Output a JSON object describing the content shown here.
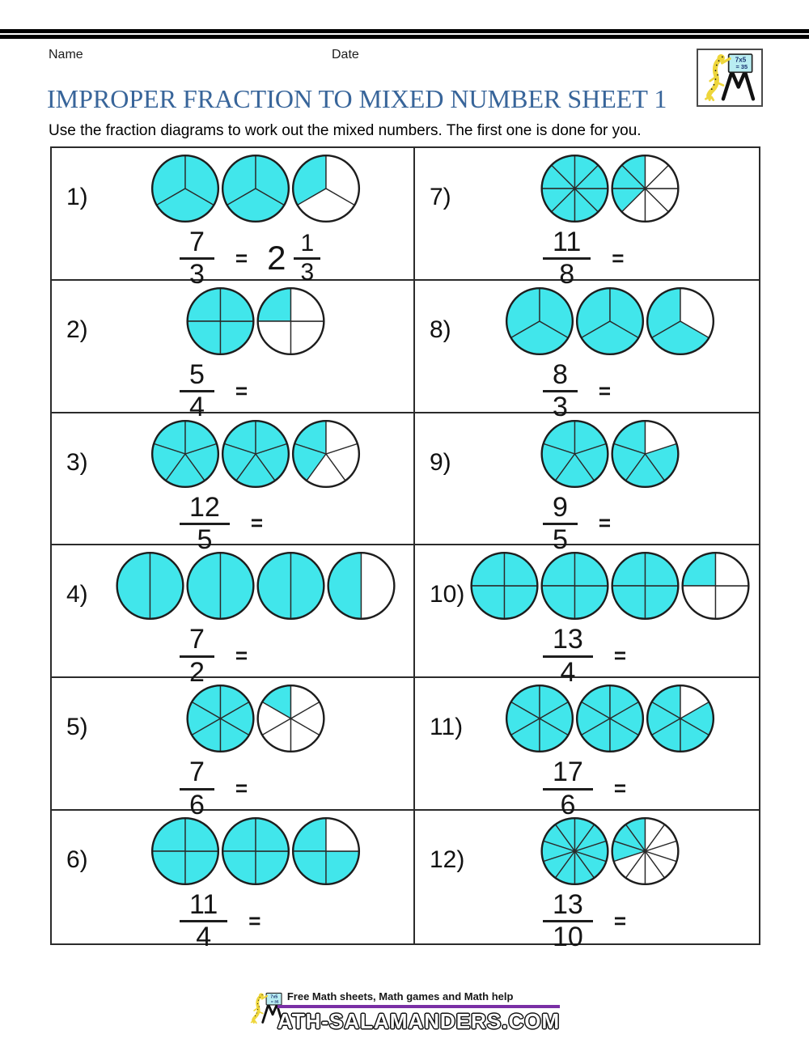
{
  "header": {
    "name_label": "Name",
    "date_label": "Date"
  },
  "title": "IMPROPER FRACTION TO MIXED NUMBER SHEET 1",
  "instruction": "Use the fraction diagrams to work out the mixed numbers. The first one is done for you.",
  "logo": {
    "board_line1": "7x5",
    "board_line2": "= 35"
  },
  "colors": {
    "shade": "#41e6eb",
    "title_blue": "#38659a",
    "purple": "#7a2fa5",
    "stroke": "#2a2a2a"
  },
  "equals": "=",
  "problems": [
    {
      "label": "1)",
      "numerator": "7",
      "denominator": "3",
      "circles": [
        {
          "parts": 3,
          "shaded": 3
        },
        {
          "parts": 3,
          "shaded": 3
        },
        {
          "parts": 3,
          "shaded": 1
        }
      ],
      "answer": {
        "whole": "2",
        "numerator": "1",
        "denominator": "3"
      }
    },
    {
      "label": "2)",
      "numerator": "5",
      "denominator": "4",
      "circles": [
        {
          "parts": 4,
          "shaded": 4
        },
        {
          "parts": 4,
          "shaded": 1
        }
      ]
    },
    {
      "label": "3)",
      "numerator": "12",
      "denominator": "5",
      "circles": [
        {
          "parts": 5,
          "shaded": 5
        },
        {
          "parts": 5,
          "shaded": 5
        },
        {
          "parts": 5,
          "shaded": 2
        }
      ]
    },
    {
      "label": "4)",
      "numerator": "7",
      "denominator": "2",
      "circles": [
        {
          "parts": 2,
          "shaded": 2
        },
        {
          "parts": 2,
          "shaded": 2
        },
        {
          "parts": 2,
          "shaded": 2
        },
        {
          "parts": 2,
          "shaded": 1
        }
      ]
    },
    {
      "label": "5)",
      "numerator": "7",
      "denominator": "6",
      "circles": [
        {
          "parts": 6,
          "shaded": 6
        },
        {
          "parts": 6,
          "shaded": 1
        }
      ]
    },
    {
      "label": "6)",
      "numerator": "11",
      "denominator": "4",
      "circles": [
        {
          "parts": 4,
          "shaded": 4
        },
        {
          "parts": 4,
          "shaded": 4
        },
        {
          "parts": 4,
          "shaded": 3
        }
      ]
    },
    {
      "label": "7)",
      "numerator": "11",
      "denominator": "8",
      "circles": [
        {
          "parts": 8,
          "shaded": 8
        },
        {
          "parts": 8,
          "shaded": 3
        }
      ]
    },
    {
      "label": "8)",
      "numerator": "8",
      "denominator": "3",
      "circles": [
        {
          "parts": 3,
          "shaded": 3
        },
        {
          "parts": 3,
          "shaded": 3
        },
        {
          "parts": 3,
          "shaded": 2
        }
      ]
    },
    {
      "label": "9)",
      "numerator": "9",
      "denominator": "5",
      "circles": [
        {
          "parts": 5,
          "shaded": 5
        },
        {
          "parts": 5,
          "shaded": 4
        }
      ]
    },
    {
      "label": "10)",
      "numerator": "13",
      "denominator": "4",
      "circles": [
        {
          "parts": 4,
          "shaded": 4
        },
        {
          "parts": 4,
          "shaded": 4
        },
        {
          "parts": 4,
          "shaded": 4
        },
        {
          "parts": 4,
          "shaded": 1
        }
      ]
    },
    {
      "label": "11)",
      "numerator": "17",
      "denominator": "6",
      "circles": [
        {
          "parts": 6,
          "shaded": 6
        },
        {
          "parts": 6,
          "shaded": 6
        },
        {
          "parts": 6,
          "shaded": 5
        }
      ]
    },
    {
      "label": "12)",
      "numerator": "13",
      "denominator": "10",
      "circles": [
        {
          "parts": 10,
          "shaded": 10
        },
        {
          "parts": 10,
          "shaded": 3
        }
      ]
    }
  ],
  "footer": {
    "tagline": "Free Math sheets, Math games and Math help",
    "wordmark": "ATH-SALAMANDERS.COM"
  }
}
